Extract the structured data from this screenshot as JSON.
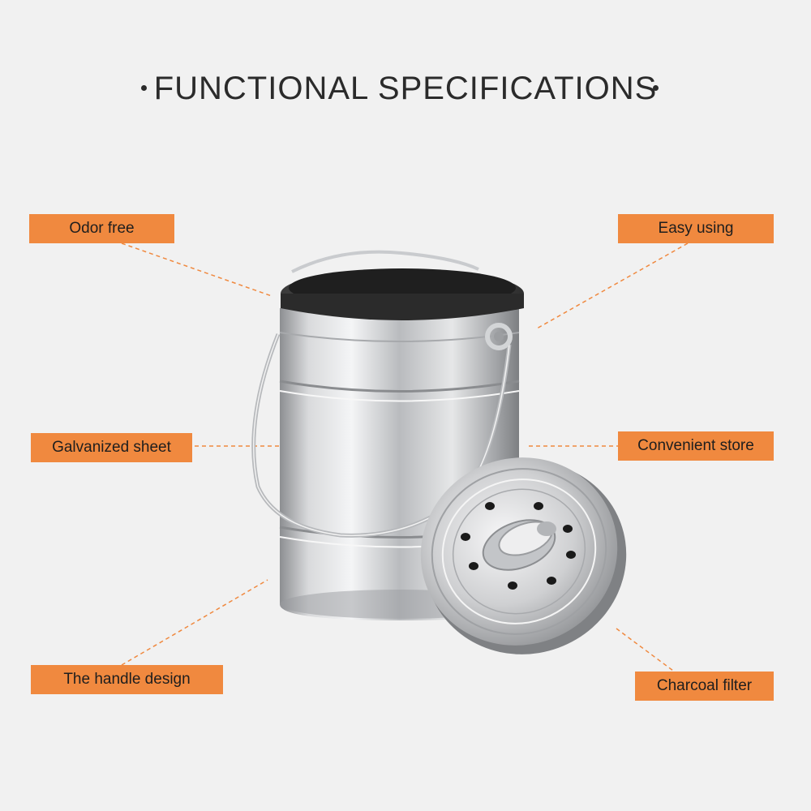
{
  "heading": {
    "title": "FUNCTIONAL  SPECIFICATIONS"
  },
  "labels": {
    "odor_free": "Odor free",
    "easy_using": "Easy using",
    "galvanized_sheet": "Galvanized  sheet",
    "convenient_store": "Convenient store",
    "handle_design": "The handle design",
    "charcoal_filter": "Charcoal  filter"
  },
  "colors": {
    "tag_background": "#f0893f",
    "page_background": "#f1f1f1",
    "leader_line": "#f0893f"
  },
  "icons": {
    "product": "compost-bin-with-lid"
  }
}
